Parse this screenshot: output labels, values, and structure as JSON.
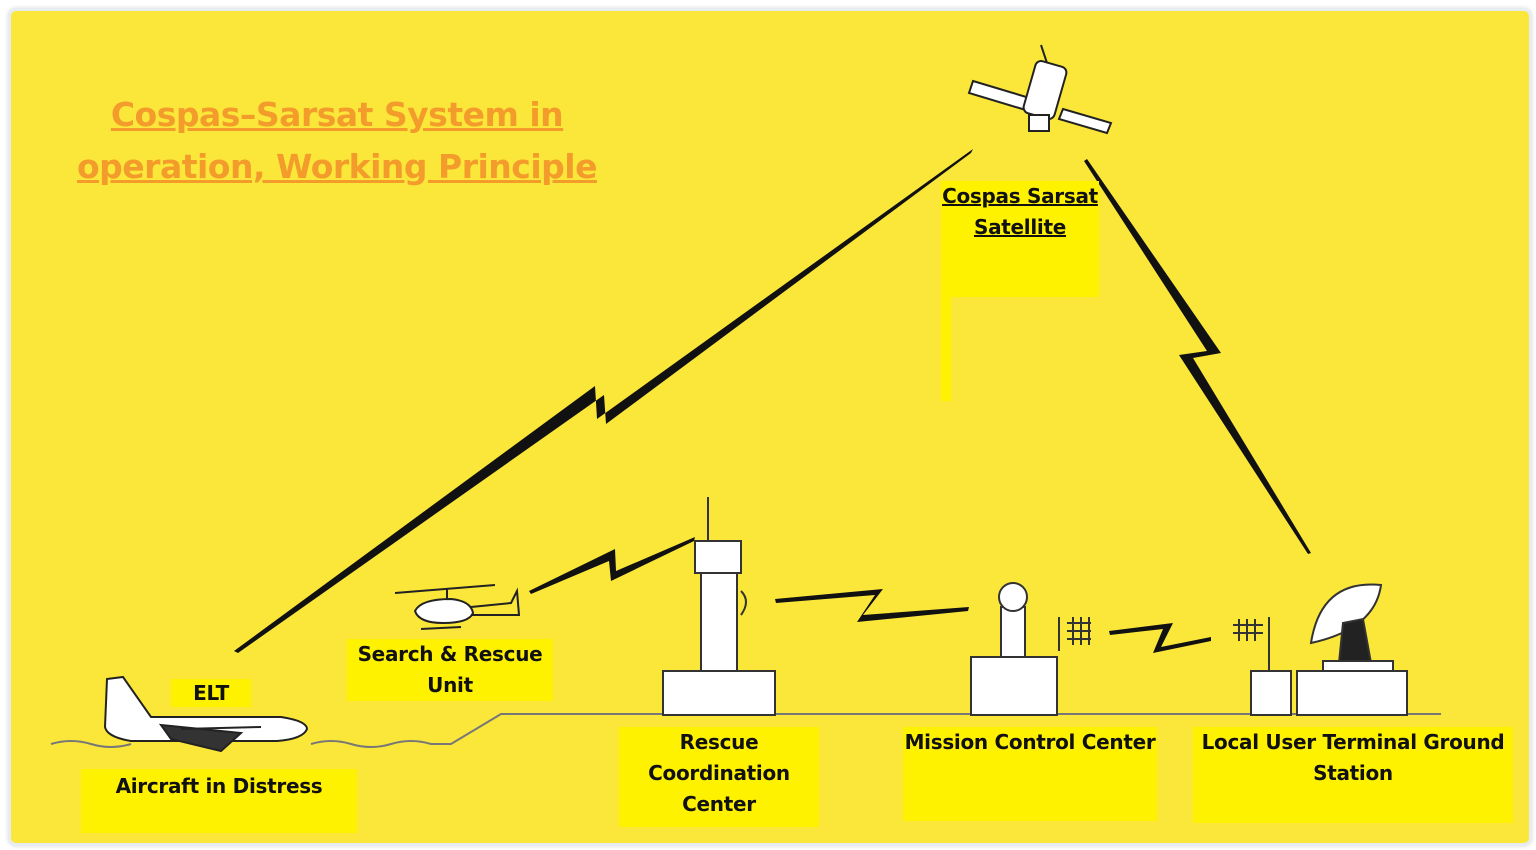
{
  "title": {
    "line1": "Cospas–Sarsat System in",
    "line2": "operation, Working Principle"
  },
  "labels": {
    "satellite": [
      "Cospas Sarsat",
      "Satellite"
    ],
    "elt": "ELT",
    "aircraft": "Aircraft in Distress",
    "sar_unit": [
      "Search & Rescue",
      "Unit"
    ],
    "rcc": [
      "Rescue",
      "Coordination",
      "Center"
    ],
    "mcc": "Mission Control Center",
    "lut": [
      "Local User Terminal Ground",
      "Station"
    ]
  },
  "colors": {
    "background": "#fbe73a",
    "label_fill": "#fff200",
    "title": "#f39c2b",
    "ink": "#111111"
  },
  "icons": [
    "satellite-icon",
    "airplane-icon",
    "helicopter-icon",
    "control-tower-icon",
    "mission-control-building-icon",
    "satellite-dish-icon",
    "radio-link-icon"
  ]
}
